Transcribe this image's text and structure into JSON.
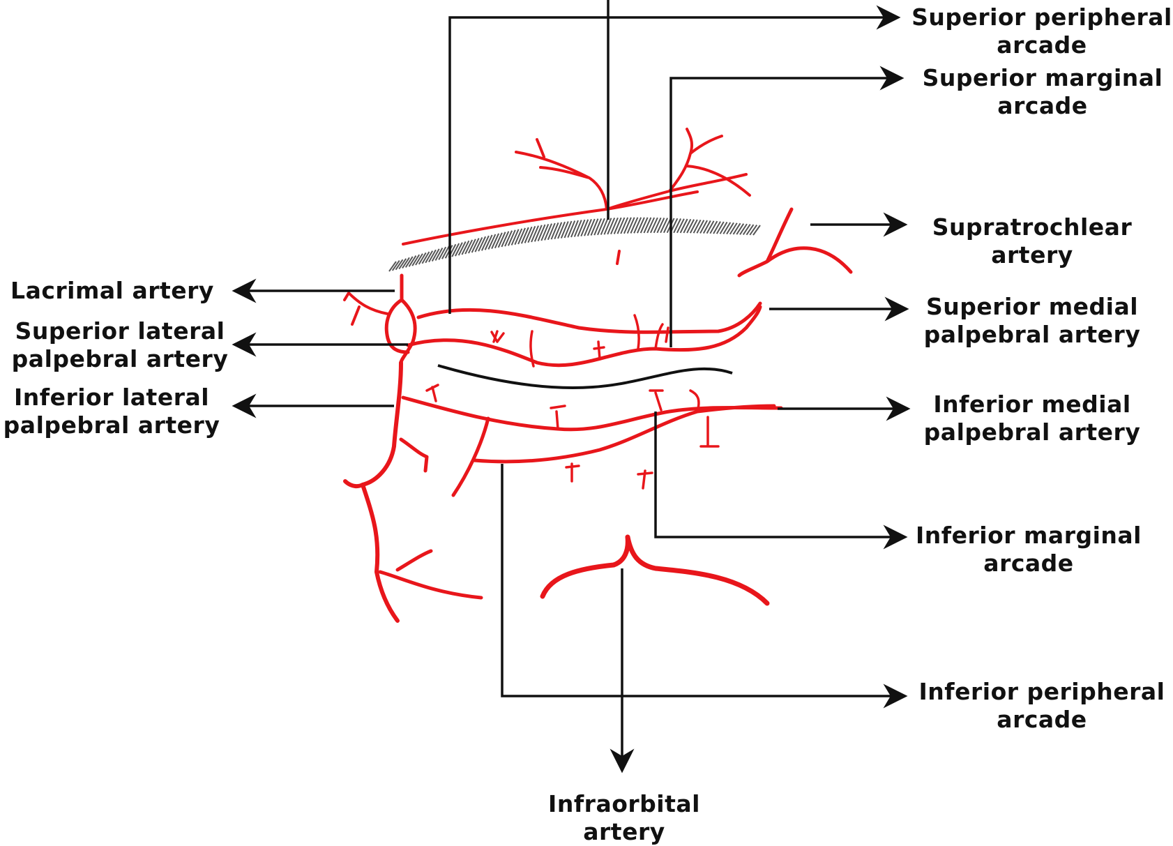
{
  "colors": {
    "artery": "#e8161b",
    "leader": "#111111",
    "background": "#ffffff"
  },
  "labels": {
    "superior_peripheral_arcade": {
      "line1": "Superior peripheral",
      "line2": "arcade"
    },
    "superior_marginal_arcade": {
      "line1": "Superior marginal",
      "line2": "arcade"
    },
    "supratrochlear_artery": {
      "line1": "Supratrochlear",
      "line2": "artery"
    },
    "superior_medial_palpebral_artery": {
      "line1": "Superior medial",
      "line2": "palpebral artery"
    },
    "inferior_medial_palpebral_artery": {
      "line1": "Inferior medial",
      "line2": "palpebral artery"
    },
    "inferior_marginal_arcade": {
      "line1": "Inferior marginal",
      "line2": "arcade"
    },
    "inferior_peripheral_arcade": {
      "line1": "Inferior peripheral",
      "line2": "arcade"
    },
    "infraorbital_artery": {
      "line1": "Infraorbital",
      "line2": "artery"
    },
    "lacrimal_artery": {
      "line1": "Lacrimal artery"
    },
    "superior_lateral_palpebral_artery": {
      "line1": "Superior lateral",
      "line2": "palpebral artery"
    },
    "inferior_lateral_palpebral_artery": {
      "line1": "Inferior lateral",
      "line2": "palpebral artery"
    }
  }
}
